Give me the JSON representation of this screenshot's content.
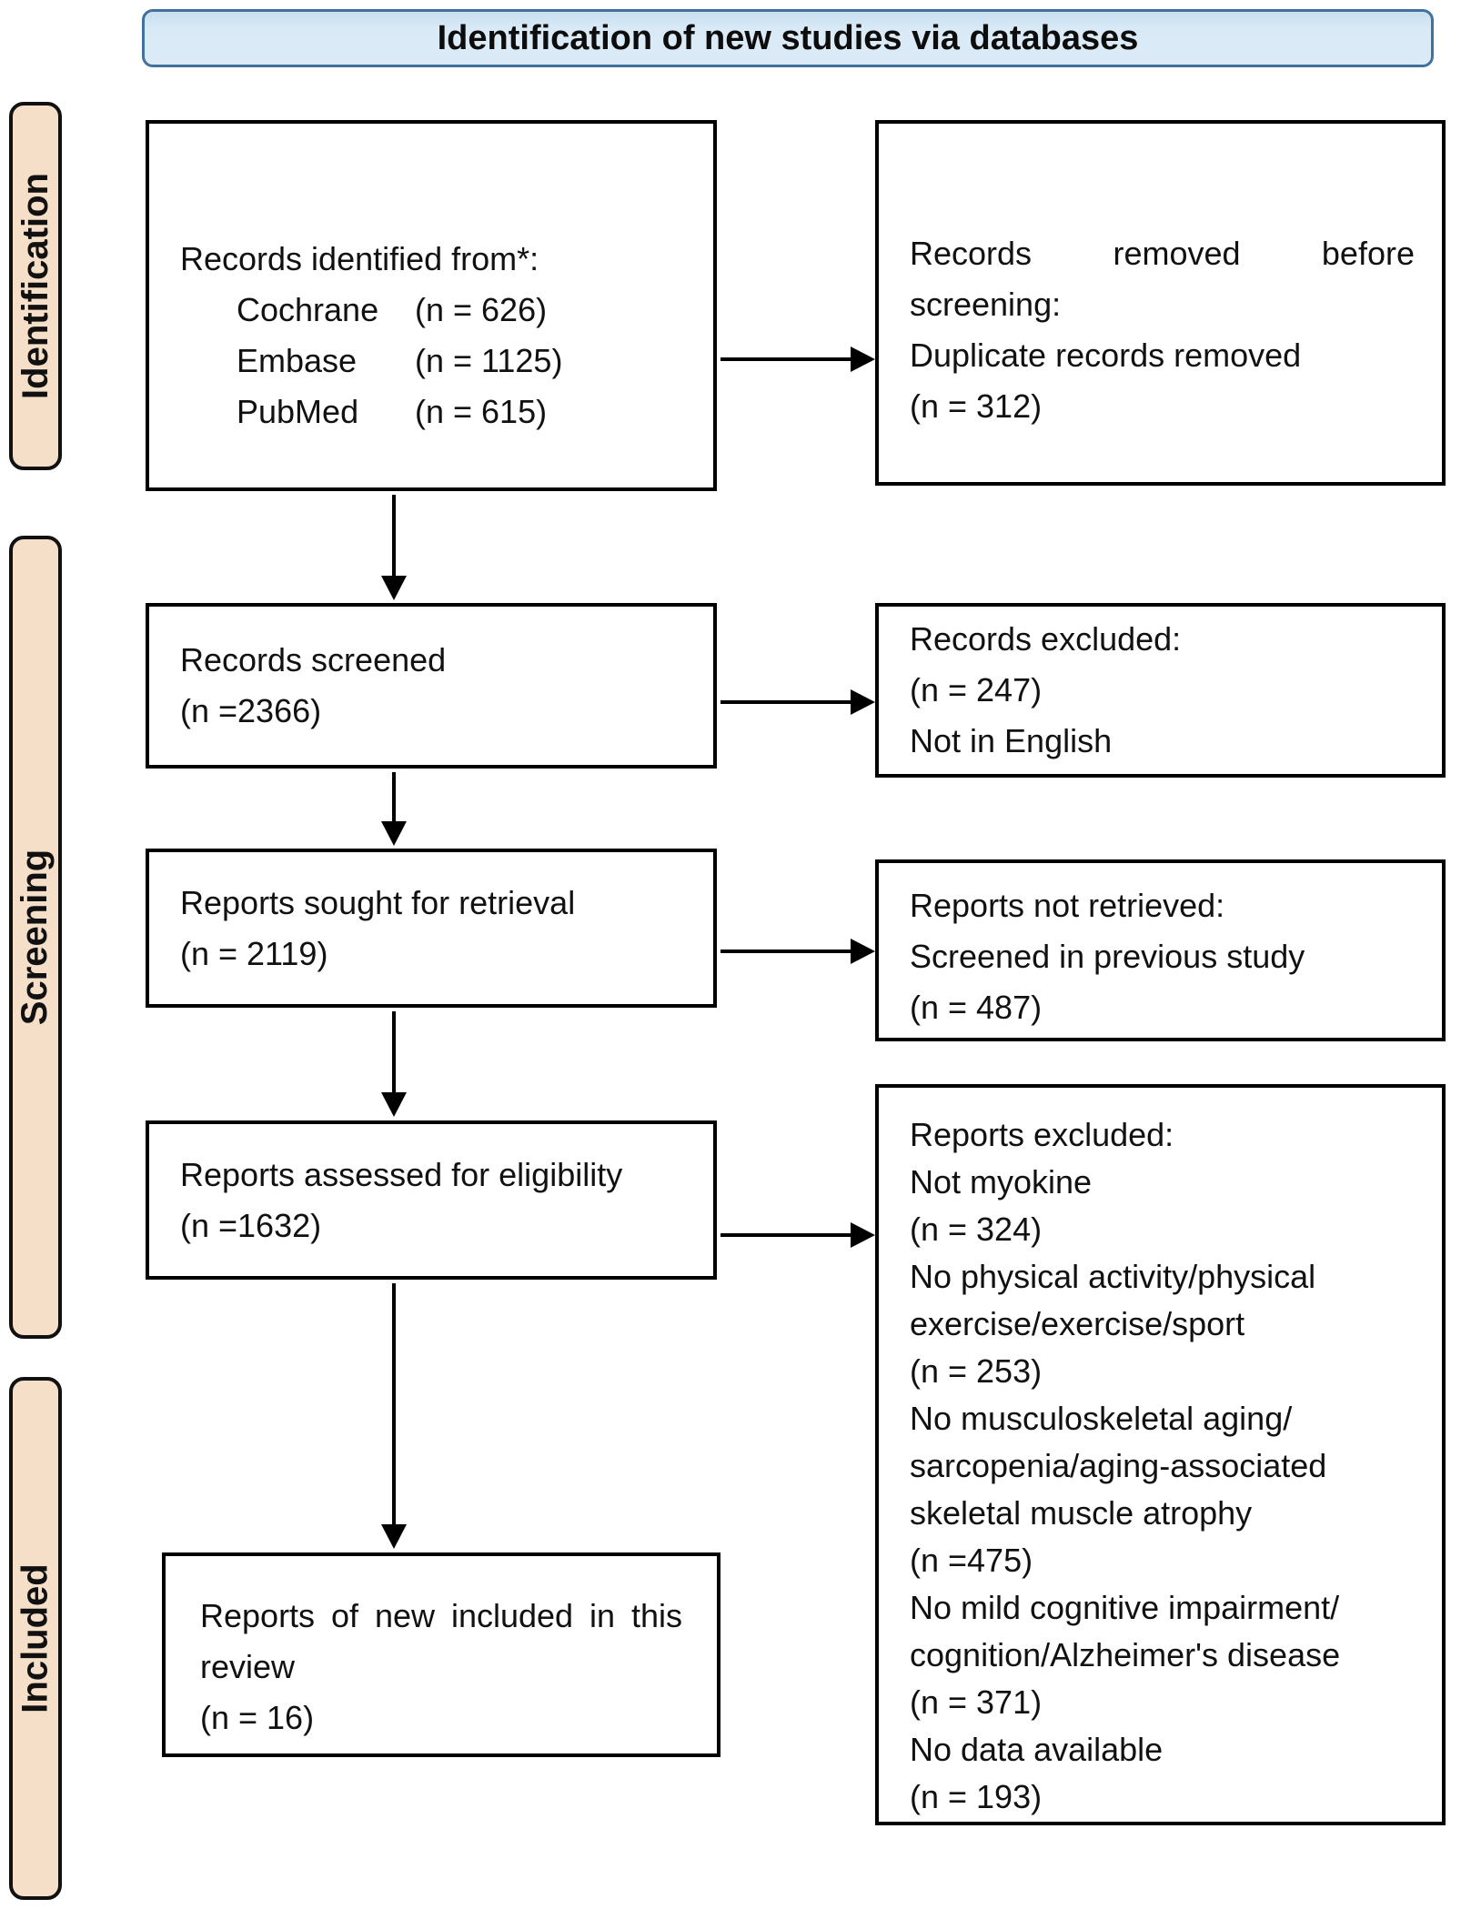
{
  "header": {
    "title": "Identification of new studies via databases"
  },
  "side_labels": {
    "identification": "Identification",
    "screening": "Screening",
    "included": "Included"
  },
  "colors": {
    "header_fill": "#d9e9f6",
    "header_border": "#41719c",
    "side_label_fill": "#f5dfc8",
    "box_border": "#000000",
    "background": "#ffffff"
  },
  "boxes": {
    "identified": {
      "intro": "Records identified from*:",
      "sources": [
        {
          "name": "Cochrane",
          "count": "(n = 626)"
        },
        {
          "name": "Embase",
          "count": "(n = 1125)"
        },
        {
          "name": "PubMed",
          "count": "(n = 615)"
        }
      ]
    },
    "removed": {
      "lines": [
        "Records removed before",
        "screening:",
        "Duplicate records removed",
        "(n = 312)"
      ]
    },
    "screened": {
      "lines": [
        "Records screened",
        "(n =2366)"
      ]
    },
    "records_excluded": {
      "lines": [
        "Records excluded:",
        "(n = 247)",
        "Not in English"
      ]
    },
    "sought": {
      "lines": [
        "Reports sought for retrieval",
        "(n = 2119)"
      ]
    },
    "not_retrieved": {
      "lines": [
        "Reports not retrieved:",
        "Screened in previous study",
        "(n = 487)"
      ]
    },
    "assessed": {
      "lines": [
        "Reports assessed for eligibility",
        "(n =1632)"
      ]
    },
    "reports_excluded": {
      "lines": [
        "Reports excluded:",
        "Not myokine",
        "(n = 324)",
        "No physical activity/physical",
        "exercise/exercise/sport",
        "(n = 253)",
        "No musculoskeletal aging/",
        "sarcopenia/aging-associated",
        "skeletal muscle atrophy",
        "(n =475)",
        "No mild cognitive impairment/",
        "cognition/Alzheimer's disease",
        "(n = 371)",
        "No data available",
        "(n = 193)"
      ]
    },
    "included": {
      "lines": [
        "Reports of new included in this",
        "review",
        "(n = 16)"
      ]
    }
  }
}
